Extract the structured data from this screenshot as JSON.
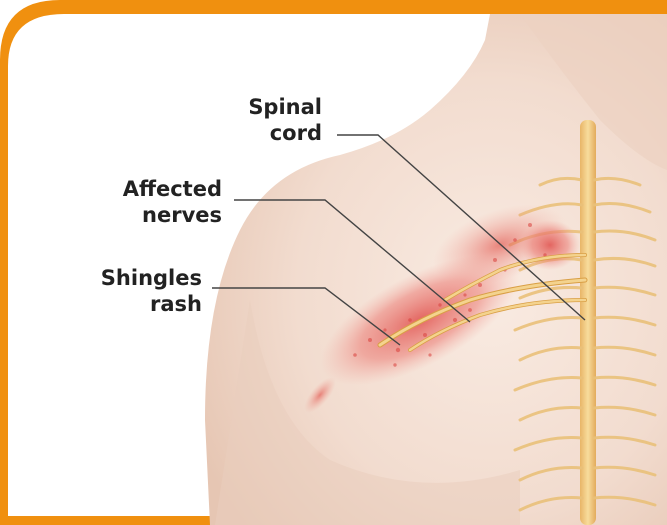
{
  "labels": {
    "spinal_cord": [
      "Spinal",
      "cord"
    ],
    "affected_nerves": [
      "Affected",
      "nerves"
    ],
    "shingles_rash": [
      "Shingles",
      "rash"
    ]
  },
  "colors": {
    "frame": "#f0900f",
    "skin_light": "#f6e6dc",
    "skin_mid": "#edd3c3",
    "skin_shadow": "#dcb7a3",
    "rash": "#e25a56",
    "nerve": "#f2cb7a",
    "nerve_dark": "#d99f45",
    "leader_line": "#444444"
  },
  "icons": [
    "shoulder-illustration",
    "spine-illustration",
    "rash-illustration"
  ]
}
